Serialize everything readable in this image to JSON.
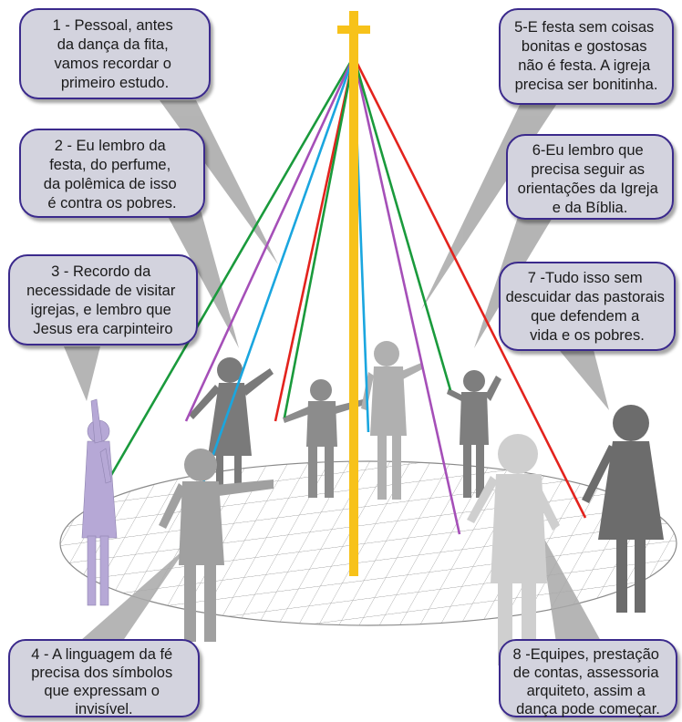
{
  "colors": {
    "cross": "#f7c21a",
    "ribbon_green": "#1a9a3c",
    "ribbon_purple": "#a54fb8",
    "ribbon_blue": "#1aa6df",
    "ribbon_red": "#e3231d",
    "bubble_fill": "#d3d3de",
    "bubble_border": "#3b2a8c",
    "figure_gray": "#8a8a8a",
    "figure_dark": "#6a6a6a",
    "figure_light": "#c6c6c6",
    "figure_lilac": "#b6a8d6"
  },
  "icons": {
    "cross": "cross-icon"
  },
  "bubbles": [
    {
      "id": "b1",
      "lines": [
        "1 - Pessoal, antes",
        "da dança da fita,",
        "vamos recordar  o",
        "primeiro estudo."
      ]
    },
    {
      "id": "b2",
      "lines": [
        "2 - Eu lembro da",
        "festa, do perfume,",
        "da polêmica de isso",
        "é contra os pobres."
      ]
    },
    {
      "id": "b3",
      "lines": [
        "3 - Recordo da",
        "necessidade de visitar",
        "igrejas, e lembro que",
        "Jesus era carpinteiro"
      ]
    },
    {
      "id": "b4",
      "lines": [
        "4 - A linguagem da fé",
        "precisa dos símbolos",
        "que expressam o",
        "invisível."
      ]
    },
    {
      "id": "b5",
      "lines": [
        "5-E festa sem coisas",
        "bonitas e gostosas",
        "não é festa. A igreja",
        "precisa ser bonitinha."
      ]
    },
    {
      "id": "b6",
      "lines": [
        "6-Eu lembro que",
        "precisa seguir as",
        "orientações da Igreja",
        "e da Bíblia."
      ]
    },
    {
      "id": "b7",
      "lines": [
        "7 -Tudo isso sem",
        "descuidar das pastorais",
        "que defendem a",
        "vida e os pobres."
      ]
    },
    {
      "id": "b8",
      "lines": [
        "8 -Equipes, prestação",
        "de contas, assessoria",
        "arquiteto, assim a",
        "dança pode começar."
      ]
    }
  ]
}
